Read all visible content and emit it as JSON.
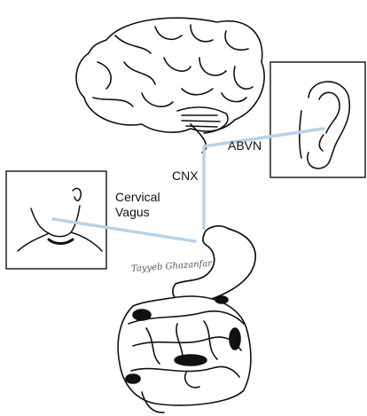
{
  "labels": {
    "abvn": "ABVN",
    "cnx": "CNX",
    "cervical_line1": "Cervical",
    "cervical_line2": "Vagus"
  },
  "signature": "Tayyeb Ghazanfar",
  "icons": [
    "brain-icon",
    "ear-icon",
    "neck-icon",
    "stomach-icon",
    "intestines-icon"
  ],
  "colors": {
    "nerve": "#b7d3e9",
    "ink": "#111111",
    "background": "#ffffff"
  }
}
